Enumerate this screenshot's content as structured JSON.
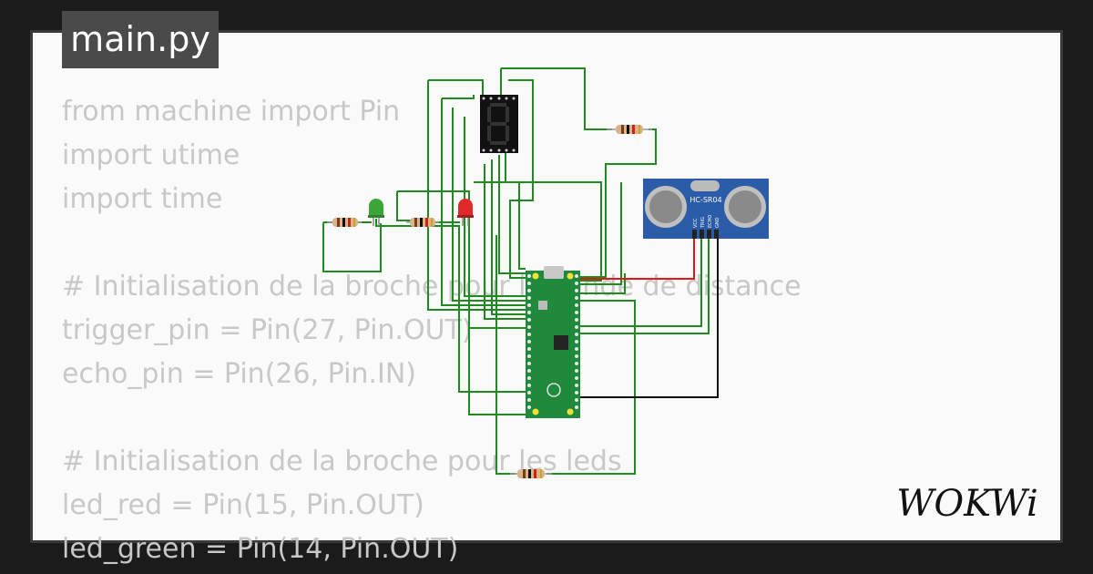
{
  "tab": {
    "label": "main.py"
  },
  "code_lines": [
    "from machine import Pin",
    "import utime",
    "import time",
    "",
    "# Initialisation de la broche pour la sonde de distance",
    "trigger_pin = Pin(27, Pin.OUT)",
    "echo_pin = Pin(26, Pin.IN)",
    "",
    "# Initialisation de la broche pour les leds",
    "led_red = Pin(15, Pin.OUT)",
    "led_green = Pin(14, Pin.OUT)"
  ],
  "sensor": {
    "label": "HC-SR04",
    "pins": [
      "VCC",
      "TRIG",
      "ECHO",
      "GND"
    ]
  },
  "logo": {
    "text": "WOKWi"
  },
  "colors": {
    "background": "#1b1b1b",
    "canvas": "#fafafa",
    "wire": "#1f8a1f",
    "wire_power": "#e01818",
    "wire_ground": "#111111",
    "board": "#1f8a3b",
    "sensor_board": "#2a5ca8"
  }
}
